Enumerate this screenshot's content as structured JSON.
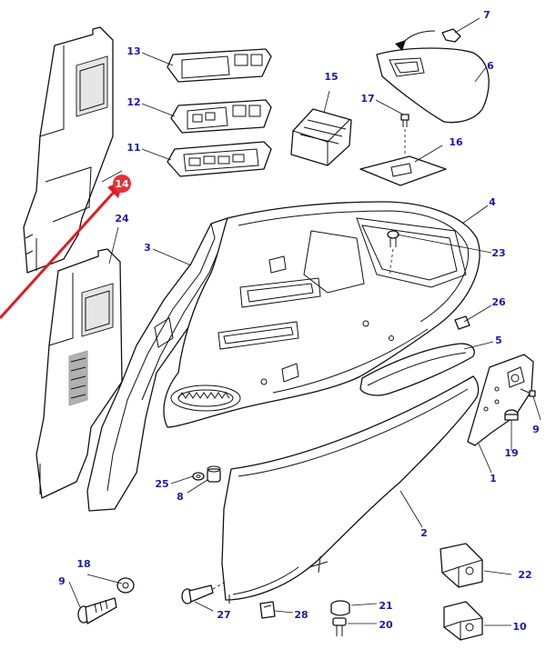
{
  "diagram": {
    "callouts": {
      "c1": "1",
      "c2": "2",
      "c3": "3",
      "c4": "4",
      "c5": "5",
      "c6": "6",
      "c7": "7",
      "c8": "8",
      "c9": "9",
      "c10": "10",
      "c11": "11",
      "c12": "12",
      "c13": "13",
      "c14": "14",
      "c15": "15",
      "c16": "16",
      "c17": "17",
      "c18": "18",
      "c19": "19",
      "c20": "20",
      "c21": "21",
      "c22": "22",
      "c23": "23",
      "c24": "24",
      "c25": "25",
      "c26": "26",
      "c27": "27",
      "c28": "28"
    },
    "highlight": {
      "label": "14",
      "badge_color": "#e8303a",
      "arrow_color": "#e01b24"
    },
    "callout_color": "#1a1aa8",
    "line_color": "#111111"
  }
}
